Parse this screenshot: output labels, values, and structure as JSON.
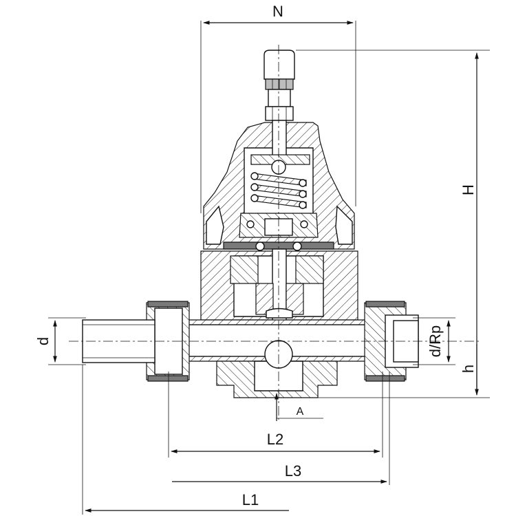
{
  "drawing": {
    "dimensions": {
      "N": "N",
      "H": "H",
      "d": "d",
      "d_rp": "d/Rp",
      "h": "h",
      "L1": "L1",
      "L2": "L2",
      "L3": "L3",
      "A": "A"
    }
  }
}
